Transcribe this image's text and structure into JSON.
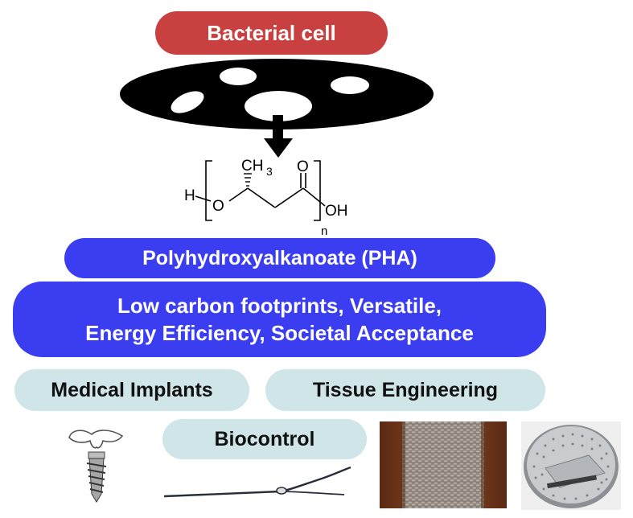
{
  "title": "Bacterial cell",
  "pha_label": "Polyhydroxyalkanoate (PHA)",
  "properties": {
    "line1": "Low carbon footprints, Versatile,",
    "line2": "Energy Efficiency, Societal Acceptance"
  },
  "applications": {
    "medical": "Medical Implants",
    "tissue": "Tissue Engineering",
    "biocontrol": "Biocontrol"
  },
  "structure": {
    "h": "H",
    "o": "O",
    "ch3": "CH",
    "ch3_sub": "3",
    "carbonyl_o": "O",
    "oh": "OH",
    "n": "n"
  },
  "colors": {
    "title_pill": "#c8403f",
    "pha_pill": "#3b3ef0",
    "app_pill": "#cfe5e8",
    "cell": "#000000"
  }
}
